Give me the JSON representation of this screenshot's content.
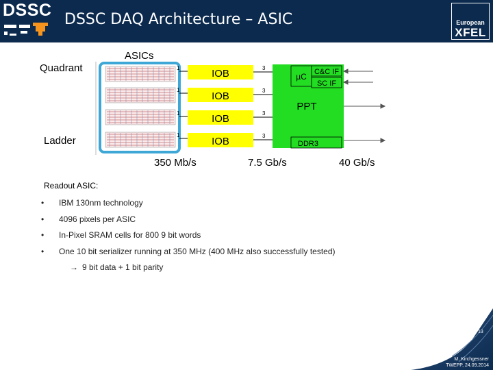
{
  "header": {
    "logo_text": "DSSC",
    "title": "DSSC DAQ Architecture – ASIC",
    "partner_logo": {
      "line1": "European",
      "line2": "XFEL"
    }
  },
  "diagram": {
    "asics_label": "ASICs",
    "quadrant_label": "Quadrant",
    "ladder_label": "Ladder",
    "iob_labels": [
      "IOB",
      "IOB",
      "IOB",
      "IOB"
    ],
    "asic_to_iob_count": [
      "1",
      "1",
      "1",
      "1"
    ],
    "iob_to_ppt_count": [
      "3",
      "3",
      "3",
      "3"
    ],
    "uc_label": "µC",
    "cc_if_label": "C&C IF",
    "sc_if_label": "SC IF",
    "ppt_label": "PPT",
    "ddr_label": "DDR3",
    "rate_asic": "350 Mb/s",
    "rate_iob": "7.5 Gb/s",
    "rate_out": "40 Gb/s",
    "colors": {
      "iob": "#ffff00",
      "ppt": "#22dd22",
      "asic_highlight": "#3fa7d6"
    }
  },
  "content": {
    "heading": "Readout ASIC:",
    "bullet_symbol": "•",
    "bullets": [
      "IBM 130nm technology",
      "4096 pixels per ASIC",
      "In-Pixel SRAM cells for 800 9 bit words",
      "One 10 bit serializer running at 350 MHz (400 MHz also successfully tested)"
    ],
    "sub_arrow": "→",
    "sub_item": "9 bit data + 1 bit parity"
  },
  "footer": {
    "page_number": "13",
    "author": "M. Kirchgessner",
    "conference": "TWEPP, 24.09.2014"
  }
}
